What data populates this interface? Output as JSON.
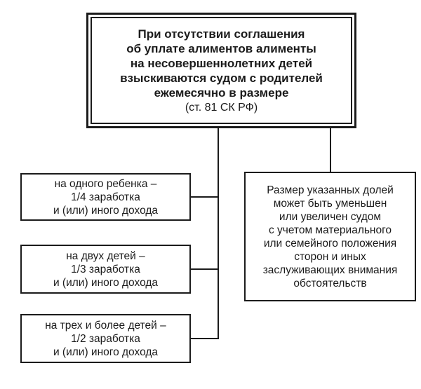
{
  "diagram": {
    "title_box": {
      "text": "При отсутствии соглашения\nоб уплате алиментов алименты\nна несовершеннолетних детей\nвзыскиваются судом с родителей\nежемесячно в размере",
      "reference": "(ст. 81 СК РФ)"
    },
    "share_boxes": [
      {
        "text": "на одного ребенка –\n1/4 заработка\nи (или) иного дохода"
      },
      {
        "text": "на двух детей –\n1/3 заработка\nи (или) иного дохода"
      },
      {
        "text": "на трех и более детей –\n1/2 заработка\nи (или) иного дохода"
      }
    ],
    "note_box": {
      "text": "Размер указанных долей\nможет быть уменьшен\nили увеличен судом\nс учетом материального\nили семейного положения\nсторон и иных\nзаслуживающих внимания\nобстоятельств"
    },
    "colors": {
      "ink": "#1b1b1b",
      "background": "#ffffff"
    }
  }
}
